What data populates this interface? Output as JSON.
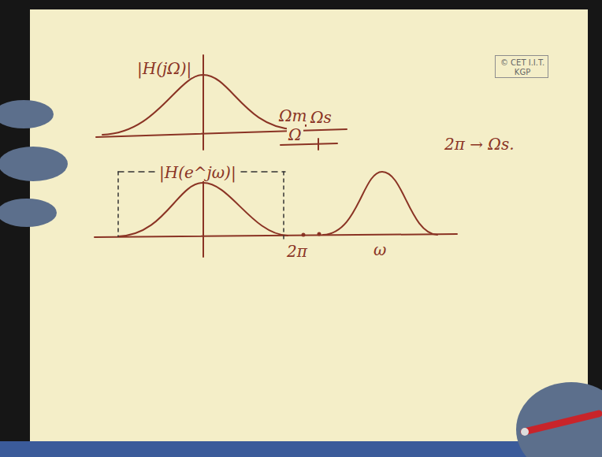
{
  "diagram": {
    "nodes": [
      {
        "text": [
          "© CET I.I.T. KGP"
        ]
      }
    ],
    "labels": [
      "|H(jΩ)|",
      "Ωm",
      "Ωs",
      "Ω",
      "|H(e^jω)|",
      "2π",
      "ω",
      "2π → Ωs."
    ]
  }
}
